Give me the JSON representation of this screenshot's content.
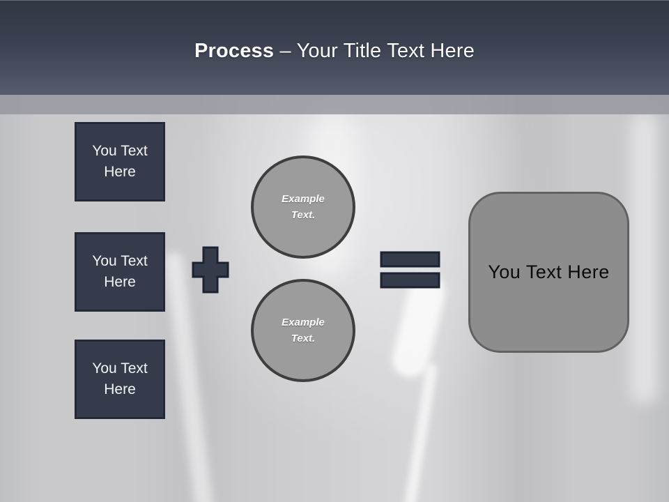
{
  "slide": {
    "title": {
      "prefix": "Process",
      "dash": " – ",
      "rest": "Your Title Text Here"
    },
    "left_boxes": [
      {
        "label": "You Text Here"
      },
      {
        "label": "You Text Here"
      },
      {
        "label": "You Text Here"
      }
    ],
    "operators": {
      "plus_icon": "plus",
      "equals_icon": "equals"
    },
    "circles": [
      {
        "label": "Example Text."
      },
      {
        "label": "Example Text."
      }
    ],
    "result_box": {
      "label": "You Text Here"
    },
    "colors": {
      "header_top": "#313643",
      "header_bottom": "#565c6b",
      "header_strip": "#94969f",
      "background": "#c9c9cc",
      "dark_shape_fill": "#353b4a",
      "dark_shape_border": "#242938",
      "circle_fill": "#9c9c9c",
      "circle_border": "#3e3e3e",
      "result_fill": "#8d8d8d",
      "result_border": "#616161",
      "title_text": "#fcfcfd",
      "box_text": "#f5f6f8",
      "result_text": "#0a0a0a"
    }
  }
}
